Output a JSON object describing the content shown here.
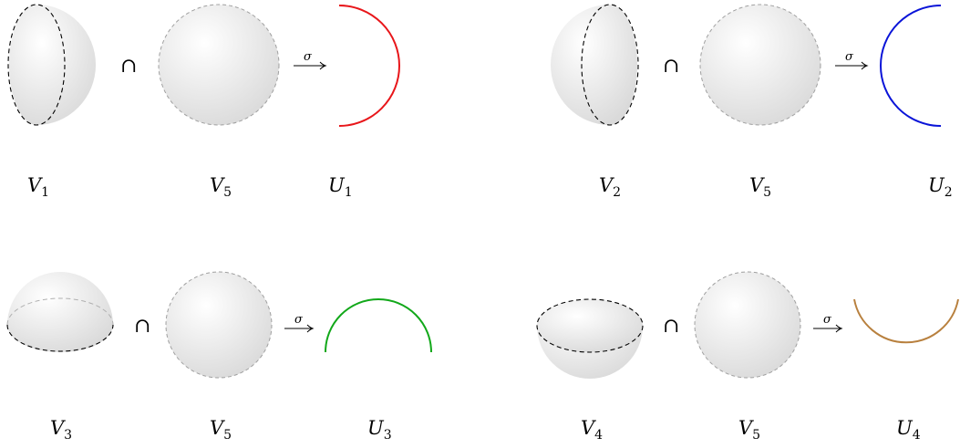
{
  "colors": {
    "u1": "#e8161a",
    "u2": "#0a14d8",
    "u3": "#12a81a",
    "u4": "#b8803e",
    "sphere_light": "#ffffff",
    "sphere_dark": "#d9d9d9"
  },
  "symbols": {
    "intersect": "∩",
    "map": "σ"
  },
  "panels": [
    {
      "id": "p1",
      "cut": "left-half",
      "labels": {
        "part": "V",
        "part_sub": "1",
        "whole": "V",
        "whole_sub": "5",
        "image": "U",
        "image_sub": "1"
      }
    },
    {
      "id": "p2",
      "cut": "right-half",
      "labels": {
        "part": "V",
        "part_sub": "2",
        "whole": "V",
        "whole_sub": "5",
        "image": "U",
        "image_sub": "2"
      }
    },
    {
      "id": "p3",
      "cut": "upper-half",
      "labels": {
        "part": "V",
        "part_sub": "3",
        "whole": "V",
        "whole_sub": "5",
        "image": "U",
        "image_sub": "3"
      }
    },
    {
      "id": "p4",
      "cut": "lower-half",
      "labels": {
        "part": "V",
        "part_sub": "4",
        "whole": "V",
        "whole_sub": "5",
        "image": "U",
        "image_sub": "4"
      }
    }
  ]
}
